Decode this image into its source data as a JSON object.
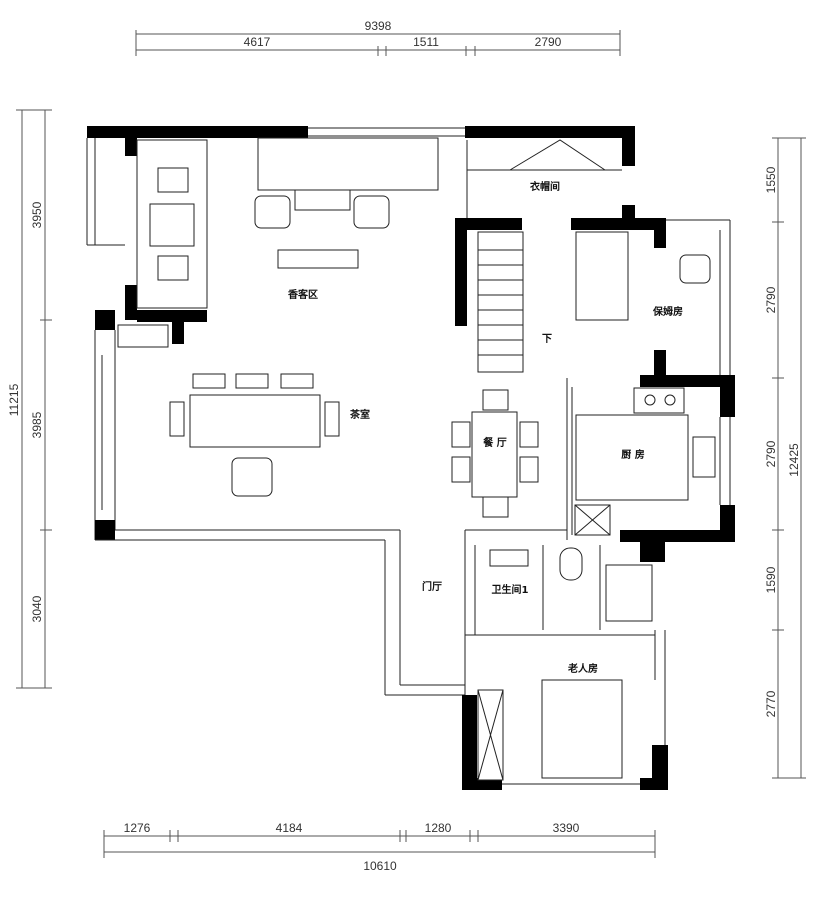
{
  "dimensions": {
    "top": {
      "total": "9398",
      "segments": [
        "4617",
        "1511",
        "2790"
      ]
    },
    "left": {
      "total": "11215",
      "segments": [
        "3950",
        "3985",
        "3040"
      ]
    },
    "right": {
      "total": "12425",
      "segments": [
        "1550",
        "2790",
        "2790",
        "1590",
        "2770"
      ]
    },
    "bottom": {
      "total": "10610",
      "segments": [
        "1276",
        "4184",
        "1280",
        "3390"
      ]
    }
  },
  "rooms": {
    "cloakroom": "衣帽间",
    "guest_area": "香客区",
    "nanny_room": "保姆房",
    "stairs_down": "下",
    "tea_room": "茶室",
    "dining": "餐 厅",
    "kitchen": "厨 房",
    "foyer": "门厅",
    "bathroom": "卫生间1",
    "elder_room": "老人房"
  }
}
